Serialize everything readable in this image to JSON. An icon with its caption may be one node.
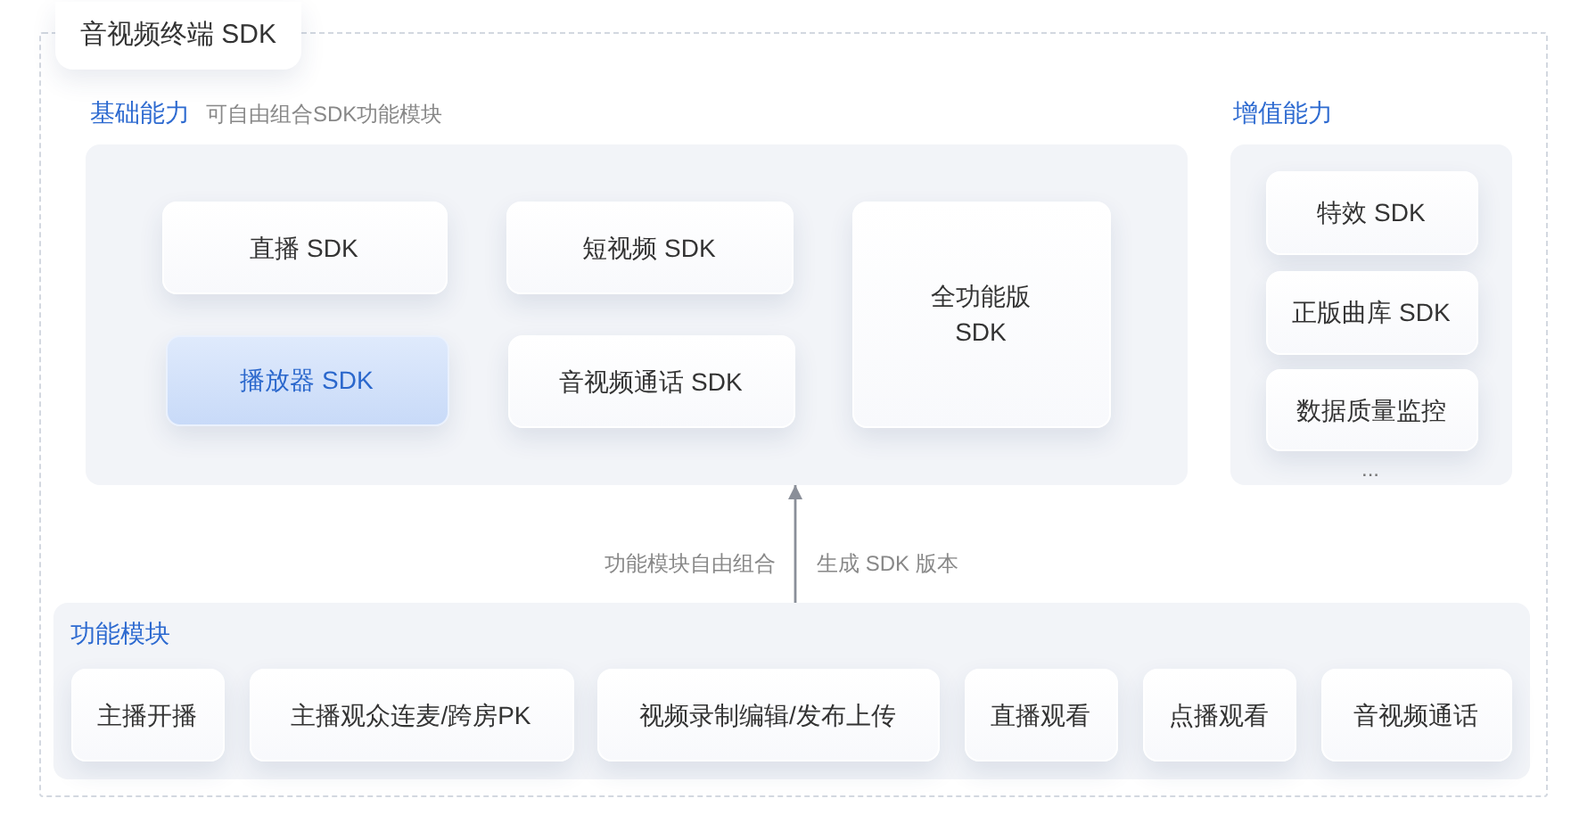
{
  "diagram": {
    "nodes": [
      {
        "text": [
          "音视频终端 SDK"
        ]
      },
      {
        "text": [
          "基础能力",
          "可自由组合SDK功能模块"
        ],
        "in": 0
      },
      {
        "text": [
          "直播 SDK"
        ],
        "in": 1
      },
      {
        "text": [
          "短视频 SDK"
        ],
        "in": 1
      },
      {
        "text": [
          "播放器 SDK"
        ],
        "in": 1
      },
      {
        "text": [
          "音视频通话 SDK"
        ],
        "in": 1
      },
      {
        "text": [
          "全功能版 SDK"
        ],
        "in": 1
      },
      {
        "text": [
          "增值能力",
          "..."
        ],
        "in": 0
      },
      {
        "text": [
          "特效 SDK"
        ],
        "in": 7
      },
      {
        "text": [
          "正版曲库 SDK"
        ],
        "in": 7
      },
      {
        "text": [
          "数据质量监控"
        ],
        "in": 7
      },
      {
        "text": [
          "功能模块"
        ],
        "in": 0
      },
      {
        "text": [
          "主播开播"
        ],
        "in": 11
      },
      {
        "text": [
          "主播观众连麦/跨房PK"
        ],
        "in": 11
      },
      {
        "text": [
          "视频录制编辑/发布上传"
        ],
        "in": 11
      },
      {
        "text": [
          "直播观看"
        ],
        "in": 11
      },
      {
        "text": [
          "点播观看"
        ],
        "in": 11
      },
      {
        "text": [
          "音视频通话"
        ],
        "in": 11
      }
    ],
    "edges": [
      {
        "from": 11,
        "to": 1,
        "arrow": "to"
      }
    ],
    "labels": [
      "功能模块自由组合",
      "生成 SDK 版本"
    ]
  }
}
